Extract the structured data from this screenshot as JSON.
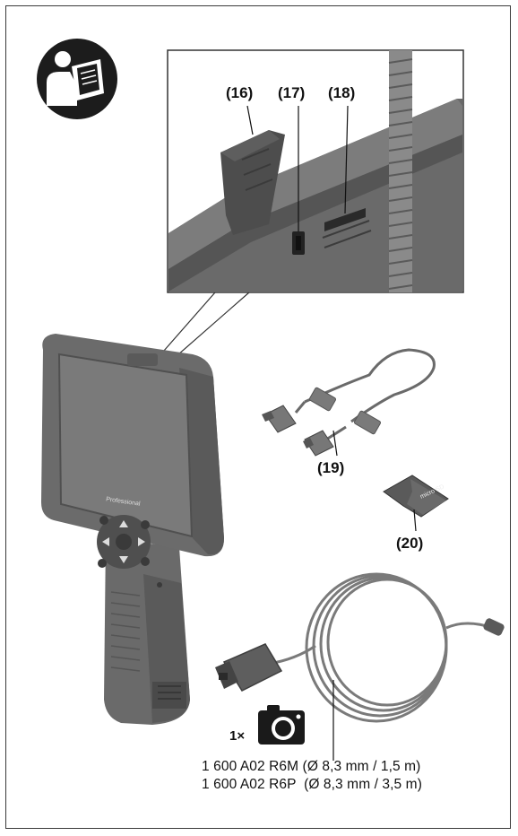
{
  "callouts": {
    "c16": "(16)",
    "c17": "(17)",
    "c18": "(18)",
    "c19": "(19)",
    "c20": "(20)"
  },
  "device": {
    "brand_text": "Professional",
    "sd_card_text": "micro SD"
  },
  "accessory": {
    "quantity": "1×"
  },
  "order_lines": [
    "1 600 A02 R6M (Ø 8,3 mm / 1,5 m)",
    "1 600 A02 R6P  (Ø 8,3 mm / 3,5 m)"
  ],
  "icons": {
    "read_manual": "read-manual-icon",
    "camera": "camera-icon"
  },
  "colors": {
    "device_gray": "#6b6b6b",
    "device_dark": "#4a4a4a",
    "screen": "#7a7a7a",
    "border": "#3a3a3a"
  }
}
